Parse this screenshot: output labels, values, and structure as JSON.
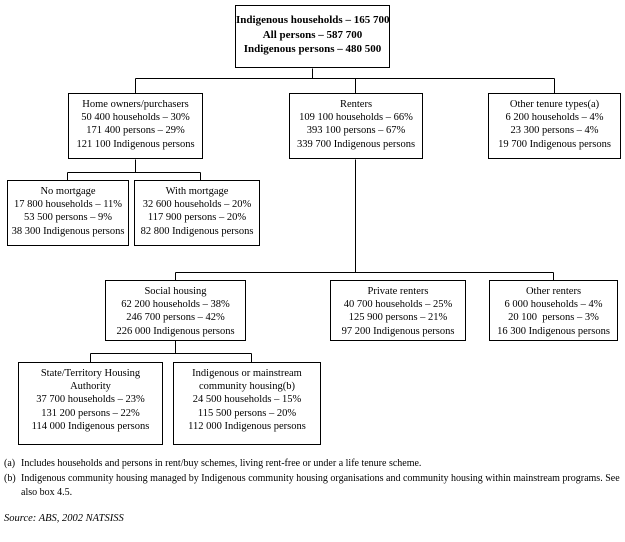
{
  "diagram": {
    "type": "org-chart",
    "title": "Indigenous households tenure type flow chart",
    "nodes": {
      "root": {
        "lines": [
          "Indigenous households – 165 700",
          "All persons – 587 700",
          "Indigenous persons – 480 500"
        ]
      },
      "home_owners": {
        "lines": [
          "Home owners/purchasers",
          "50 400 households – 30%",
          "171 400 persons – 29%",
          "121 100 Indigenous persons"
        ]
      },
      "renters": {
        "lines": [
          "Renters",
          "109 100 households – 66%",
          "393 100 persons – 67%",
          "339 700 Indigenous persons"
        ]
      },
      "other_tenure": {
        "lines": [
          "Other tenure types(a)",
          "6 200 households – 4%",
          "23 300 persons – 4%",
          "19 700 Indigenous persons"
        ]
      },
      "no_mortgage": {
        "lines": [
          "No mortgage",
          "17 800 households – 11%",
          "53 500 persons – 9%",
          "38 300 Indigenous persons"
        ]
      },
      "with_mortgage": {
        "lines": [
          "With mortgage",
          "32 600 households – 20%",
          "117 900 persons – 20%",
          "82 800 Indigenous persons"
        ]
      },
      "social_housing": {
        "lines": [
          "Social housing",
          "62 200 households – 38%",
          "246 700 persons – 42%",
          "226 000 Indigenous persons"
        ]
      },
      "private_renters": {
        "lines": [
          "Private renters",
          "40 700 households – 25%",
          "125 900 persons – 21%",
          "97 200 Indigenous persons"
        ]
      },
      "other_renters": {
        "lines": [
          "Other renters",
          "6 000 households – 4%",
          "20 100  persons – 3%",
          "16 300 Indigenous persons"
        ]
      },
      "state_territory": {
        "lines": [
          "State/Territory Housing",
          "Authority",
          "37 700 households – 23%",
          "131 200 persons – 22%",
          "114 000 Indigenous persons"
        ]
      },
      "community_housing": {
        "lines": [
          "Indigenous or mainstream",
          "community housing(b)",
          "24 500 households – 15%",
          "115 500 persons – 20%",
          "112 000 Indigenous persons"
        ]
      }
    }
  },
  "footnotes": {
    "a": {
      "marker": "(a)",
      "text": "Includes households and persons in rent/buy schemes, living rent-free or under a life tenure scheme."
    },
    "b": {
      "marker": "(b)",
      "text": "Indigenous community housing managed by Indigenous community housing organisations and community housing within mainstream programs. See also box 4.5."
    }
  },
  "source": {
    "text": "Source: ABS, 2002 NATSISS"
  },
  "colors": {
    "border": "#000000",
    "background": "#ffffff",
    "text": "#000000"
  }
}
